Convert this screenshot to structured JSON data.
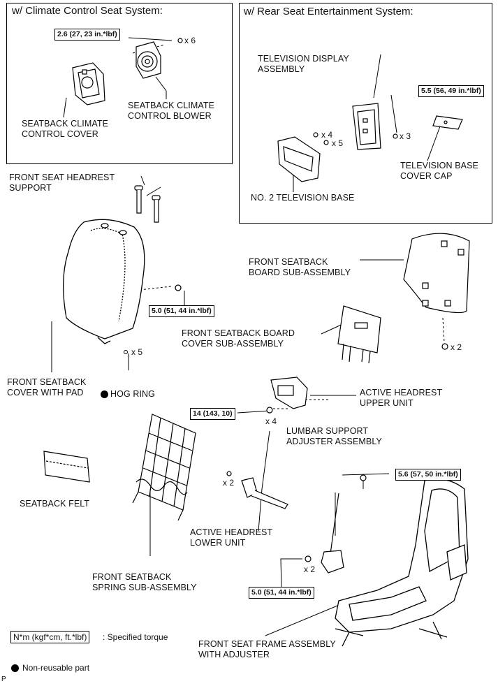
{
  "boxes": {
    "climate_title": "w/ Climate Control Seat System:",
    "rse_title": "w/ Rear Seat Entertainment System:"
  },
  "labels": {
    "climate_cover": "SEATBACK CLIMATE\nCONTROL COVER",
    "climate_blower": "SEATBACK CLIMATE\nCONTROL BLOWER",
    "tv_display": "TELEVISION DISPLAY\nASSEMBLY",
    "tv_base_cap": "TELEVISION BASE\nCOVER CAP",
    "tv_base2": "NO. 2 TELEVISION BASE",
    "headrest_support": "FRONT SEAT HEADREST\nSUPPORT",
    "seatback_board": "FRONT SEATBACK\nBOARD SUB-ASSEMBLY",
    "board_cover": "FRONT SEATBACK BOARD\nCOVER SUB-ASSEMBLY",
    "seatback_cover": "FRONT SEATBACK\nCOVER WITH PAD",
    "hog_ring": "HOG RING",
    "active_upper": "ACTIVE HEADREST\nUPPER UNIT",
    "lumbar": "LUMBAR SUPPORT\nADJUSTER ASSEMBLY",
    "seatback_felt": "SEATBACK FELT",
    "active_lower": "ACTIVE HEADREST\nLOWER UNIT",
    "spring": "FRONT SEATBACK\nSPRING SUB-ASSEMBLY",
    "frame": "FRONT SEAT FRAME ASSEMBLY\nWITH ADJUSTER"
  },
  "torques": {
    "t1": "2.6 (27, 23 in.*lbf)",
    "t2": "5.5 (56, 49 in.*lbf)",
    "t3": "5.0 (51, 44 in.*lbf)",
    "t4": "14 (143, 10)",
    "t5": "5.6 (57, 50 in.*lbf)",
    "t6": "5.0 (51, 44 in.*lbf)"
  },
  "quantities": {
    "q_blower": "x 6",
    "q_tv4": "x 4",
    "q_tv5": "x 5",
    "q_tv3": "x 3",
    "q_hog": "x 5",
    "q_board": "x 2",
    "q_upper": "x 4",
    "q_lumbar": "x 2",
    "q_lower": "x 2"
  },
  "legend": {
    "torque_unit": "N*m (kgf*cm, ft.*lbf)",
    "torque_desc": ": Specified torque",
    "nonreusable": "Non-reusable part"
  },
  "corner_mark": "P"
}
